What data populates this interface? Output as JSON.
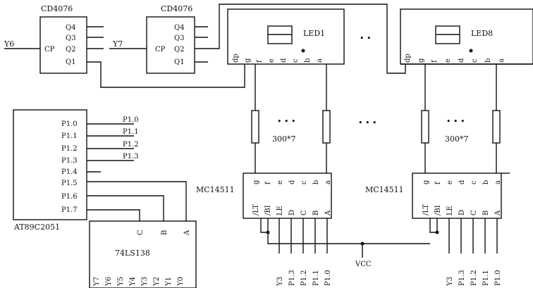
{
  "cd4076": {
    "title": "CD4076",
    "pins": {
      "q4": "Q4",
      "q3": "Q3",
      "q2": "Q2",
      "q1": "Q1",
      "cp": "CP"
    }
  },
  "signals": {
    "y6": "Y6",
    "y7": "Y7",
    "vcc": "VCC"
  },
  "led": {
    "led1": "LED1",
    "led8": "LED8",
    "pins": [
      "dp",
      "g",
      "f",
      "e",
      "d",
      "c",
      "b",
      "a"
    ],
    "gap": "• •"
  },
  "resistors": {
    "label": "300*7",
    "dots": "• • •"
  },
  "at89c2051": {
    "name": "AT89C2051",
    "pins": [
      "P1.0",
      "P1.1",
      "P1.2",
      "P1.3",
      "P1.4",
      "P1.5",
      "P1.6",
      "P1.7"
    ],
    "nets": [
      "P1.0",
      "P1.1",
      "P1.2",
      "P1.3"
    ]
  },
  "mc14511": {
    "name": "MC14511",
    "top_pins": [
      "g",
      "f",
      "e",
      "d",
      "c",
      "b",
      "a"
    ],
    "bottom_pins": [
      "/LT",
      "/BI",
      "LE",
      "D",
      "C",
      "B",
      "A"
    ],
    "bottom_nets": [
      "Y3",
      "P1.3",
      "P1.2",
      "P1.1",
      "P1.0"
    ]
  },
  "ls138": {
    "name": "74LS138",
    "inputs": [
      "C",
      "B",
      "A"
    ],
    "outputs": [
      "Y7",
      "Y6",
      "Y5",
      "Y4",
      "Y3",
      "Y2",
      "Y1",
      "Y0"
    ]
  }
}
